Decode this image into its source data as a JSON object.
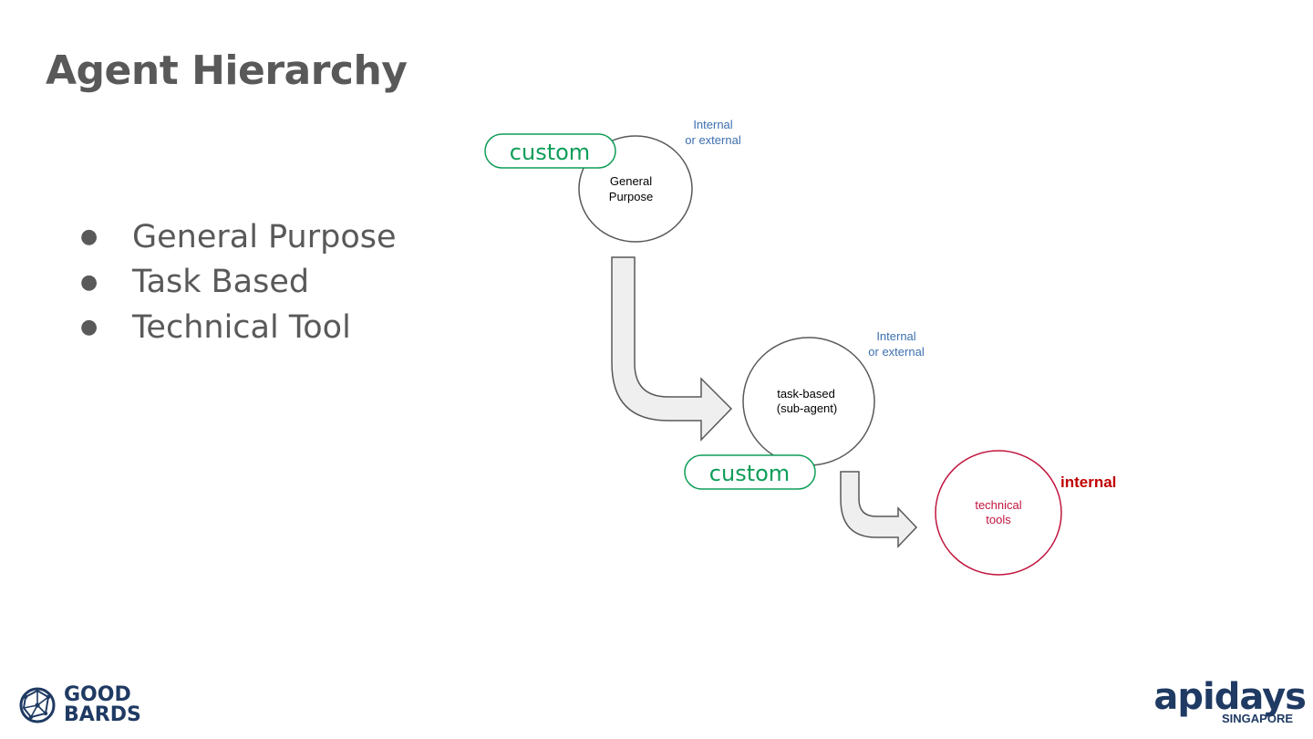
{
  "slide": {
    "title": "Agent Hierarchy",
    "bullets": [
      "General Purpose",
      "Task Based",
      "Technical Tool"
    ],
    "bullet_glyph": "●"
  },
  "diagram": {
    "nodes": {
      "general": {
        "line1": "General",
        "line2": "Purpose"
      },
      "task": {
        "line1": "task-based",
        "line2": "(sub-agent)"
      },
      "technical": {
        "line1": "technical",
        "line2": "tools"
      }
    },
    "badges": {
      "custom_top": "custom",
      "custom_mid": "custom"
    },
    "notes": {
      "general_scope": {
        "line1": "Internal",
        "line2": "or external"
      },
      "task_scope": {
        "line1": "Internal",
        "line2": "or external"
      },
      "technical_scope": "internal"
    },
    "colors": {
      "green": "#0f9d58",
      "blue": "#3d6fb0",
      "crimson": "#c0153e",
      "dark_red": "#c00000",
      "node_stroke": "#595959",
      "arrow_fill": "#efefef"
    }
  },
  "logos": {
    "left": {
      "line1": "GOOD",
      "line2": "BARDS"
    },
    "right": {
      "brand": "apidays",
      "sub": "SINGAPORE"
    }
  }
}
